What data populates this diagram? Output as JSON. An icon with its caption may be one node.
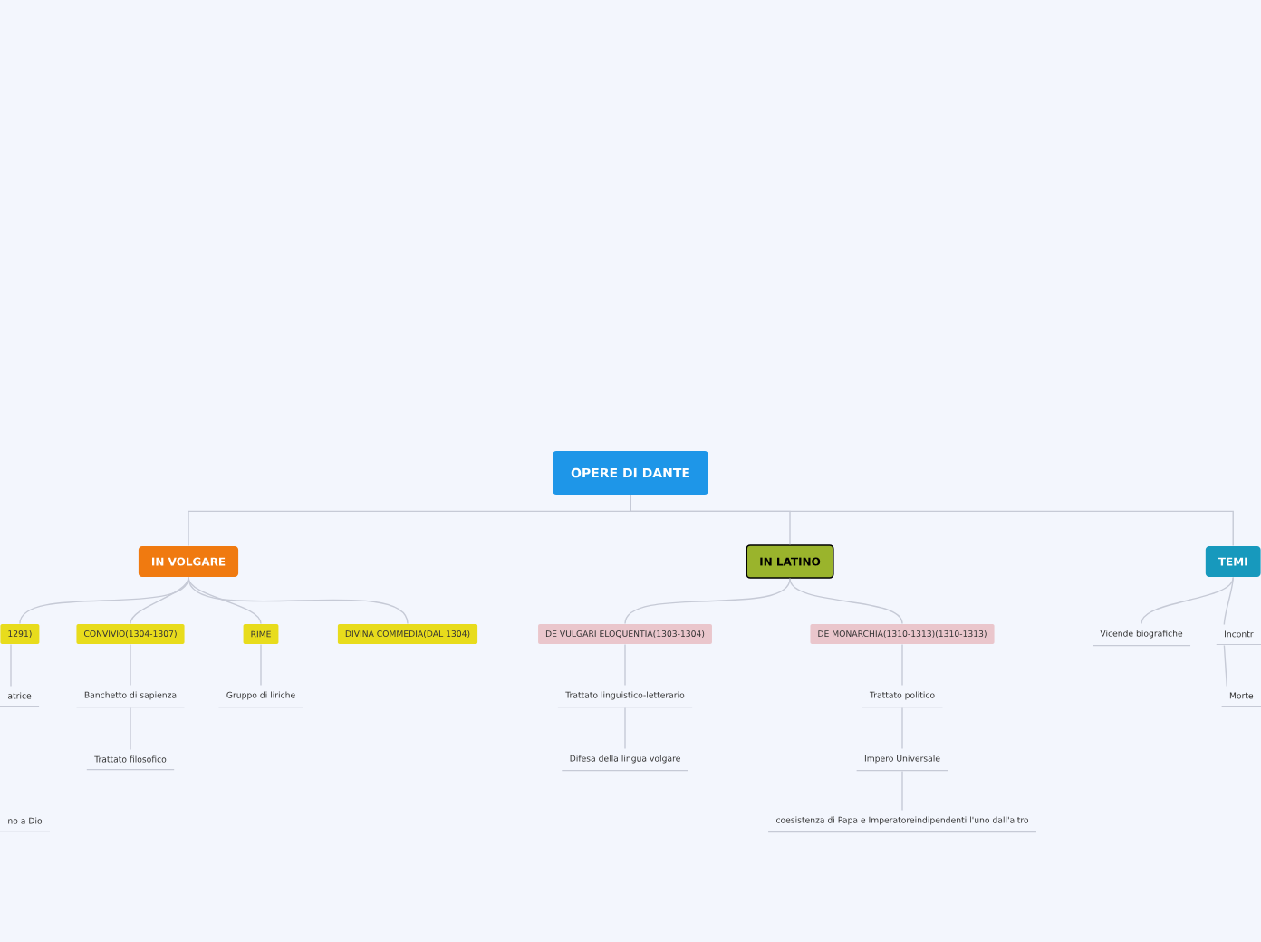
{
  "diagram": {
    "nodes": [
      {
        "text": [
          "OPERE DI DANTE"
        ]
      },
      {
        "text": [
          "IN VOLGARE"
        ]
      },
      {
        "text": [
          "IN LATINO"
        ]
      },
      {
        "text": [
          "TEMI"
        ]
      },
      {
        "text": [
          "1291)"
        ]
      },
      {
        "text": [
          "CONVIVIO(1304-1307)"
        ]
      },
      {
        "text": [
          "RIME"
        ]
      },
      {
        "text": [
          "DIVINA COMMEDIA(DAL 1304)"
        ]
      },
      {
        "text": [
          "DE VULGARI ELOQUENTIA(1303-1304)"
        ]
      },
      {
        "text": [
          "DE MONARCHIA(1310-1313)(1310-1313)"
        ]
      },
      {
        "text": [
          "atrice"
        ]
      },
      {
        "text": [
          "Banchetto di sapienza"
        ]
      },
      {
        "text": [
          "Trattato filosofico"
        ]
      },
      {
        "text": [
          "Gruppo di liriche"
        ]
      },
      {
        "text": [
          "Trattato linguistico-letterario"
        ]
      },
      {
        "text": [
          "Difesa della lingua volgare"
        ]
      },
      {
        "text": [
          "Trattato politico"
        ]
      },
      {
        "text": [
          "Impero Universale"
        ]
      },
      {
        "text": [
          "coesistenza di Papa e Imperatoreindipendenti l'uno dall'altro"
        ]
      },
      {
        "text": [
          "Vicende biografiche"
        ]
      },
      {
        "text": [
          "Incontr"
        ]
      },
      {
        "text": [
          "Morte"
        ]
      },
      {
        "text": [
          "no a Dio"
        ]
      }
    ],
    "edges": [
      {
        "from": 0,
        "to": 1,
        "arrow": "none"
      },
      {
        "from": 0,
        "to": 2,
        "arrow": "none"
      },
      {
        "from": 0,
        "to": 3,
        "arrow": "none"
      },
      {
        "from": 1,
        "to": 4,
        "arrow": "none"
      },
      {
        "from": 1,
        "to": 5,
        "arrow": "none"
      },
      {
        "from": 1,
        "to": 6,
        "arrow": "none"
      },
      {
        "from": 1,
        "to": 7,
        "arrow": "none"
      },
      {
        "from": 2,
        "to": 8,
        "arrow": "none"
      },
      {
        "from": 2,
        "to": 9,
        "arrow": "none"
      },
      {
        "from": 3,
        "to": 19,
        "arrow": "none"
      },
      {
        "from": 3,
        "to": 20,
        "arrow": "none"
      },
      {
        "from": 4,
        "to": 10,
        "arrow": "none"
      },
      {
        "from": 5,
        "to": 11,
        "arrow": "none"
      },
      {
        "from": 11,
        "to": 12,
        "arrow": "none"
      },
      {
        "from": 6,
        "to": 13,
        "arrow": "none"
      },
      {
        "from": 8,
        "to": 14,
        "arrow": "none"
      },
      {
        "from": 14,
        "to": 15,
        "arrow": "none"
      },
      {
        "from": 9,
        "to": 16,
        "arrow": "none"
      },
      {
        "from": 16,
        "to": 17,
        "arrow": "none"
      },
      {
        "from": 17,
        "to": 18,
        "arrow": "none"
      },
      {
        "from": 20,
        "to": 21,
        "arrow": "none"
      }
    ]
  }
}
